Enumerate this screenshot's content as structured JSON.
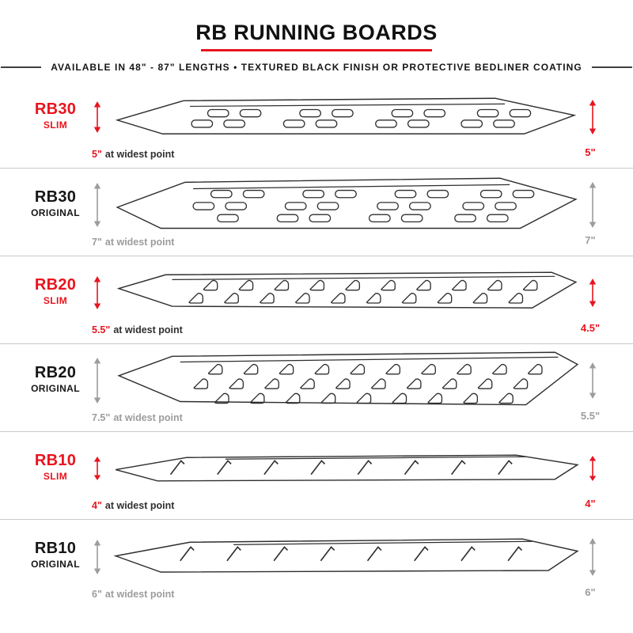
{
  "header": {
    "title": "RB RUNNING BOARDS",
    "subtitle": "AVAILABLE IN 48\" - 87\" LENGTHS   •   TEXTURED BLACK FINISH OR PROTECTIVE BEDLINER COATING"
  },
  "colors": {
    "accent_red": "#e8141e",
    "measure_gray": "#9c9c9c",
    "line_gray": "#c9c9c9",
    "drawing_stroke": "#2e2e2e"
  },
  "rows": [
    {
      "model": "RB30",
      "variant": "SLIM",
      "style": "slim",
      "width_label": "5\"",
      "width_suffix": "at widest point",
      "height_label": "5\""
    },
    {
      "model": "RB30",
      "variant": "ORIGINAL",
      "style": "original",
      "width_label": "7\"",
      "width_suffix": "at widest point",
      "height_label": "7\""
    },
    {
      "model": "RB20",
      "variant": "SLIM",
      "style": "slim",
      "width_label": "5.5\"",
      "width_suffix": "at widest point",
      "height_label": "4.5\""
    },
    {
      "model": "RB20",
      "variant": "ORIGINAL",
      "style": "original",
      "width_label": "7.5\"",
      "width_suffix": "at widest point",
      "height_label": "5.5\""
    },
    {
      "model": "RB10",
      "variant": "SLIM",
      "style": "slim",
      "width_label": "4\"",
      "width_suffix": "at widest point",
      "height_label": "4\""
    },
    {
      "model": "RB10",
      "variant": "ORIGINAL",
      "style": "original",
      "width_label": "6\"",
      "width_suffix": "at widest point",
      "height_label": "6\""
    }
  ]
}
